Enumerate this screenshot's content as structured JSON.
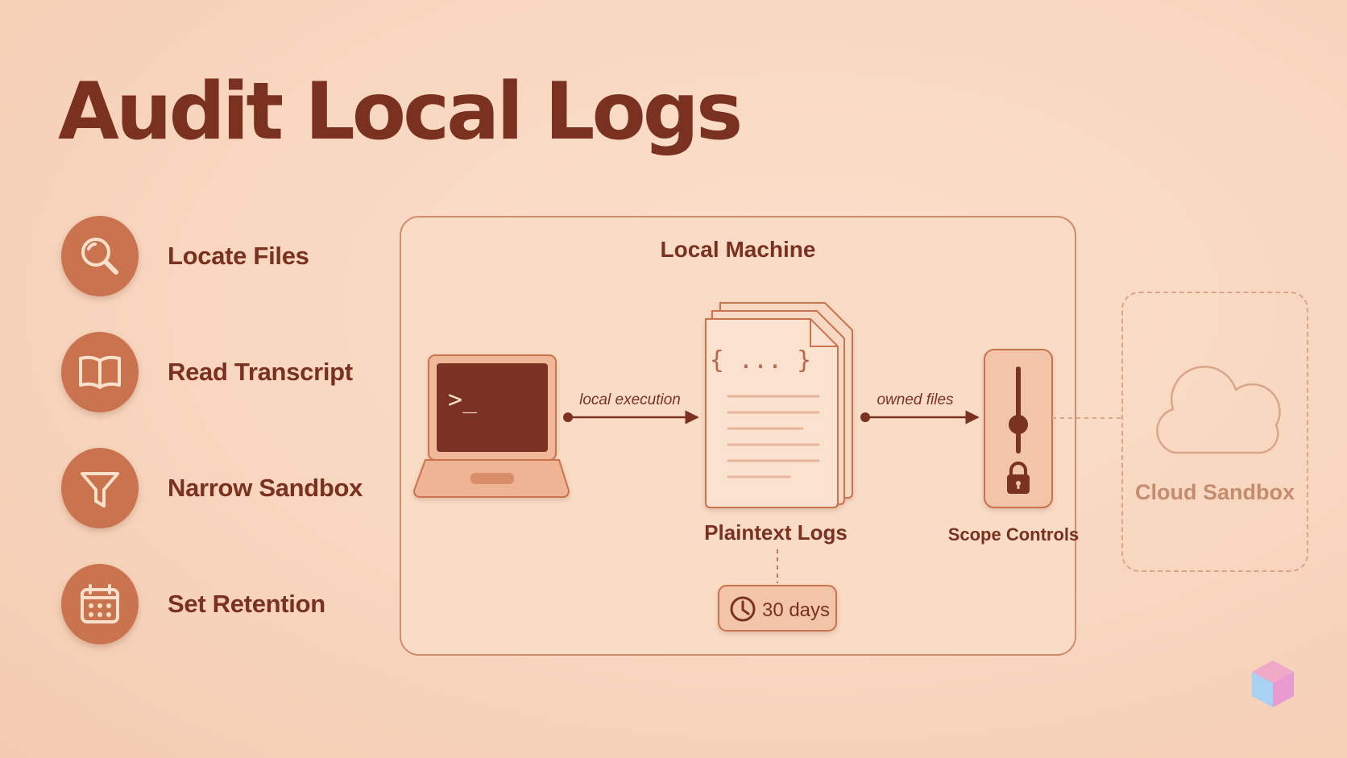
{
  "title": "Audit Local Logs",
  "colors": {
    "accent": "#c9734f",
    "dark": "#7a3120",
    "line": "#cf8d6e",
    "panel": "#f9dcc6",
    "faded": "#d9a688",
    "faded_text": "#c48c6e"
  },
  "steps": [
    {
      "label": "Locate Files",
      "icon": "search-icon"
    },
    {
      "label": "Read Transcript",
      "icon": "open-book-icon"
    },
    {
      "label": "Narrow Sandbox",
      "icon": "filter-icon"
    },
    {
      "label": "Set Retention",
      "icon": "calendar-icon"
    }
  ],
  "diagram": {
    "container_label": "Local Machine",
    "terminal_prompt": ">_",
    "arrow_1_label": "local execution",
    "document_snippet": "{ ... }",
    "document_label": "Plaintext Logs",
    "arrow_2_label": "owned files",
    "controls_label": "Scope Controls",
    "retention_badge": "30 days",
    "cloud_label": "Cloud Sandbox"
  },
  "logo_icon": "cube-logo-icon"
}
